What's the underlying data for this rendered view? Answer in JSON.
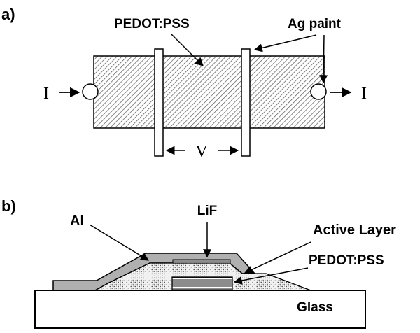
{
  "panel_a": {
    "tag": "a)",
    "film_label": "PEDOT:PSS",
    "contact_label": "Ag paint",
    "current_left": "I",
    "current_right": "I",
    "voltage": "V"
  },
  "panel_b": {
    "tag": "b)",
    "al_label": "Al",
    "lif_label": "LiF",
    "active_label": "Active Layer",
    "pedot_label": "PEDOT:PSS",
    "substrate_label": "Glass"
  },
  "colors": {
    "ink": "#000000",
    "hatch": "#555555",
    "al_fill": "#b0b0b0",
    "dot_fill": "#f2f2f2"
  }
}
